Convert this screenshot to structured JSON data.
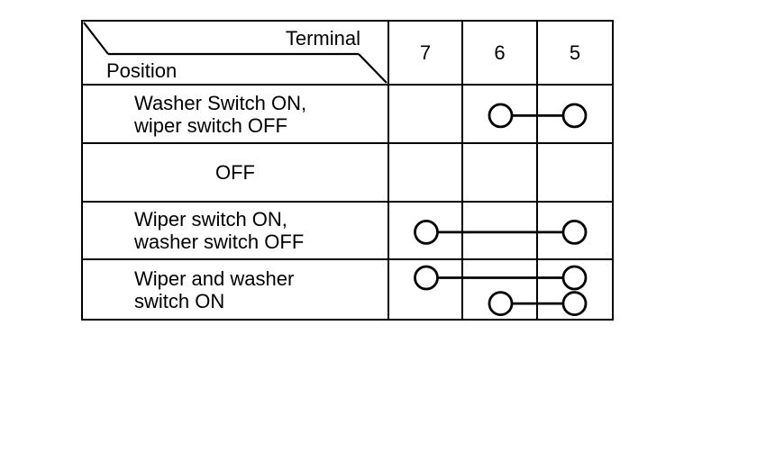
{
  "table": {
    "corner": {
      "terminal_label": "Terminal",
      "position_label": "Position"
    },
    "terminal_headers": [
      "7",
      "6",
      "5"
    ],
    "rows": [
      {
        "position_lines": [
          "Washer Switch ON,",
          "wiper switch OFF"
        ],
        "connections": [
          {
            "from": "6",
            "to": "5"
          }
        ]
      },
      {
        "position_lines": [
          "OFF"
        ],
        "connections": []
      },
      {
        "position_lines": [
          "Wiper switch ON,",
          "washer switch OFF"
        ],
        "connections": [
          {
            "from": "7",
            "to": "5"
          }
        ]
      },
      {
        "position_lines": [
          "Wiper and washer",
          "switch ON"
        ],
        "connections": [
          {
            "from": "7",
            "to": "5"
          },
          {
            "from": "6",
            "to": "5"
          }
        ]
      }
    ]
  },
  "colors": {
    "line_color": "#000000",
    "background": "#ffffff"
  }
}
